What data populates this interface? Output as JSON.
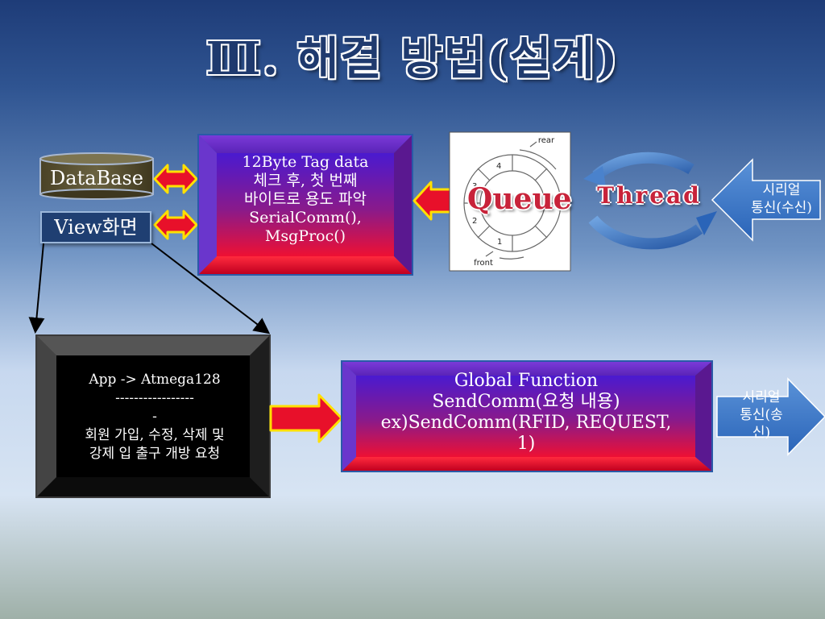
{
  "slide": {
    "title": "Ⅲ. 해결 방법(설계)"
  },
  "nodes": {
    "database": "DataBase",
    "view": "View화면",
    "parser_lines": [
      "12Byte Tag data",
      "체크 후, 첫 번째",
      "바이트로 용도 파악",
      "SerialComm(),",
      "MsgProc()"
    ],
    "queue": {
      "label": "Queue",
      "rear": "rear",
      "front": "front",
      "slots": [
        "1",
        "2",
        "3",
        "4"
      ]
    },
    "thread": "Thread",
    "serial_receive_lines": [
      "시리얼",
      "통신(수신)"
    ],
    "app_lines": [
      "App -> Atmega128",
      "-----------------",
      "-",
      "회원 가입, 수정, 삭제 및",
      "강제 입 출구 개방 요청"
    ],
    "global_lines": [
      "Global Function",
      "SendComm(요청 내용)",
      "ex)SendComm(RFID, REQUEST,",
      "1)"
    ],
    "serial_send_lines": [
      "시리얼",
      "통신(송",
      "신)"
    ]
  },
  "colors": {
    "arrow_fill": "#e8102a",
    "arrow_outline": "#ffe000",
    "box_top": "#5a1fb0",
    "box_bottom": "#e6103a",
    "frame_blue": "#2a5aa8",
    "dark_frame": "#1a1a1a"
  }
}
